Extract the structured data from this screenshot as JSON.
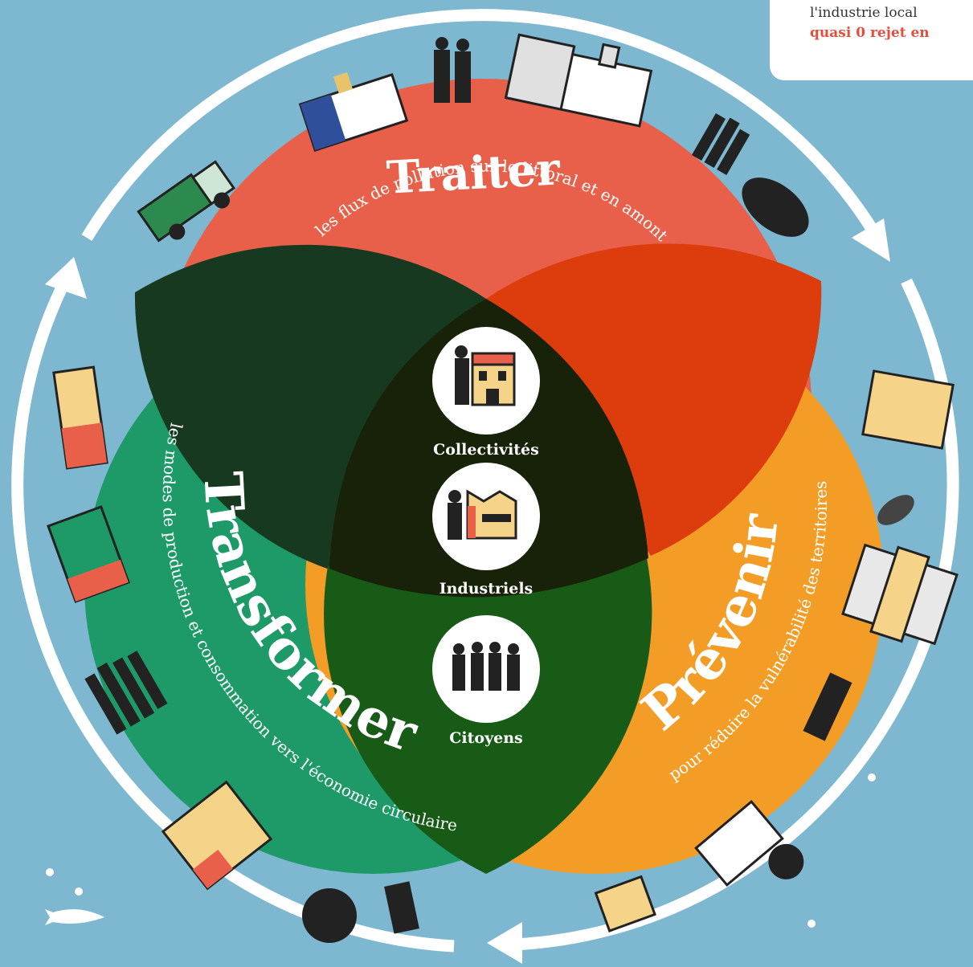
{
  "note": {
    "line1": "l'industrie local",
    "line2": "quasi 0 rejet en"
  },
  "circles": {
    "traiter": {
      "title": "Traiter",
      "subtitle": "les flux de pollution sur le littoral et en amont",
      "color": "#e8604a"
    },
    "transformer": {
      "title": "Transformer",
      "subtitle": "les modes de production et consommation vers l'économie circulaire",
      "color": "#1d9a68"
    },
    "prevenir": {
      "title": "Prévenir",
      "subtitle": "pour réduire la vulnérabilité des territoires",
      "color": "#f39c26"
    }
  },
  "actors": [
    {
      "label": "Collectivités",
      "icon": "town-hall-icon"
    },
    {
      "label": "Industriels",
      "icon": "factory-icon"
    },
    {
      "label": "Citoyens",
      "icon": "people-icon"
    }
  ],
  "colors": {
    "background": "#7db8d0",
    "ring": "#ffffff",
    "traiter": "#e8604a",
    "transformer": "#1d9a68",
    "prevenir": "#f39c26",
    "overlap_red": "#dd3c0c",
    "overlap_dark_green": "#17391f",
    "overlap_green": "#185b17",
    "center": "#172208"
  }
}
